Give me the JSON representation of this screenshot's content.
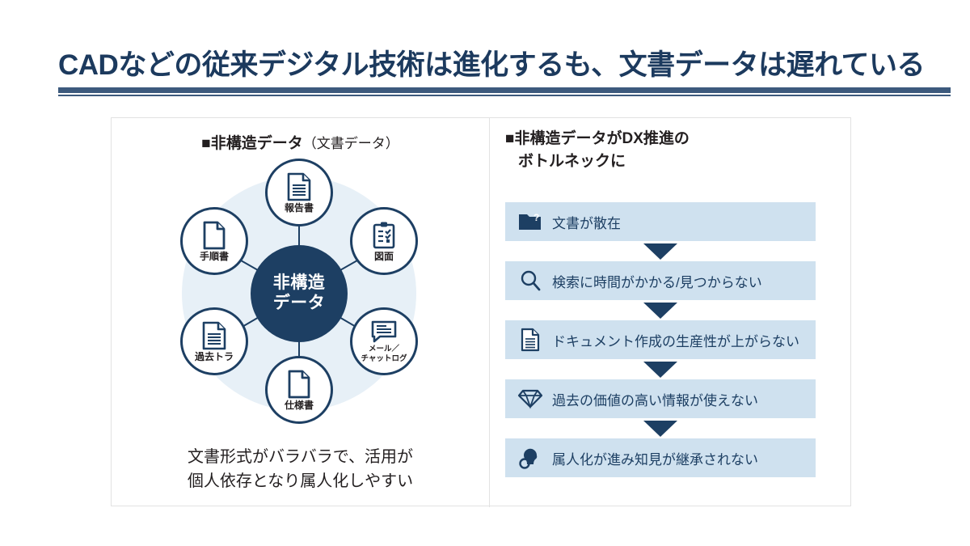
{
  "slide": {
    "title": "CADなどの従来デジタル技術は進化するも、文書データは遅れている",
    "title_color": "#1c3a5e",
    "rule_color": "#3d5a7d"
  },
  "left_panel": {
    "heading_main": "■非構造データ",
    "heading_paren": "（文書データ）",
    "hub": {
      "line1": "非構造",
      "line2": "データ",
      "fill_color": "#1d3f63",
      "text_color": "#ffffff"
    },
    "halo_color": "#e7f0f7",
    "node_border_color": "#1d3f63",
    "nodes": [
      {
        "id": "top",
        "label": "報告書",
        "label2": "",
        "icon": "document-lines-icon",
        "position": "top"
      },
      {
        "id": "tr",
        "label": "図面",
        "label2": "",
        "icon": "clipboard-checklist-icon",
        "position": "top-right"
      },
      {
        "id": "br",
        "label": "メール／",
        "label2": "チャットログ",
        "icon": "chat-bubble-icon",
        "position": "bottom-right"
      },
      {
        "id": "bottom",
        "label": "仕様書",
        "label2": "",
        "icon": "document-blank-icon",
        "position": "bottom"
      },
      {
        "id": "bl",
        "label": "過去トラ",
        "label2": "",
        "icon": "document-lines-icon",
        "position": "bottom-left"
      },
      {
        "id": "tl",
        "label": "手順書",
        "label2": "",
        "icon": "document-blank-icon",
        "position": "top-left"
      }
    ],
    "caption_line1": "文書形式がバラバラで、活用が",
    "caption_line2": "個人依存となり属人化しやすい"
  },
  "right_panel": {
    "heading_line1": "■非構造データがDX推進の",
    "heading_line2": "ボトルネックに",
    "step_bg_color": "#cfe1ef",
    "step_text_color": "#1d3f63",
    "arrow_color": "#1d3f63",
    "steps": [
      {
        "label": "文書が散在",
        "icon": "folder-question-icon"
      },
      {
        "label": "検索に時間がかかる/見つからない",
        "icon": "search-icon"
      },
      {
        "label": "ドキュメント作成の生産性が上がらない",
        "icon": "document-icon"
      },
      {
        "label": "過去の価値の高い情報が使えない",
        "icon": "diamond-icon"
      },
      {
        "label": "属人化が進み知見が継承されない",
        "icon": "person-head-icon"
      }
    ]
  }
}
